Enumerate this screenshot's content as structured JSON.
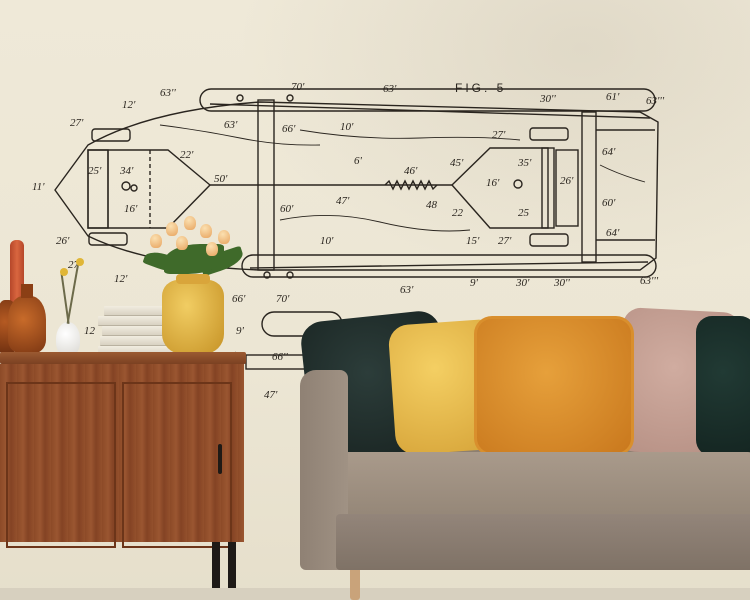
{
  "image": {
    "kind": "interior-scene",
    "palette": {
      "wall": "#efe9d8",
      "ink": "#2a251f",
      "sideboard": "#8c4a27",
      "sofa": "#9d8f80",
      "pillow_dark": "#1f2d2a",
      "pillow_yellow": "#f0c75a",
      "pillow_orange": "#d98f2d",
      "pillow_pink": "#c4a094",
      "vase_yellow": "#e8bd50"
    }
  },
  "blueprint": {
    "figure": "FIG. 5",
    "labels": [
      "63''",
      "70'",
      "63'",
      "30''",
      "61'",
      "63'''",
      "12'",
      "27'",
      "63'",
      "66'",
      "10'",
      "27'",
      "64'",
      "22'",
      "6'",
      "46'",
      "45'",
      "35'",
      "26'",
      "11'",
      "25'",
      "34'",
      "16'",
      "50'",
      "47'",
      "48",
      "16'",
      "60'",
      "22",
      "25",
      "60'",
      "26'",
      "10'",
      "15'",
      "27'",
      "64'",
      "27'",
      "12'",
      "9'",
      "30'",
      "30''",
      "63'''",
      "63'",
      "66'",
      "70'",
      "9'",
      "66''",
      "47'",
      "12"
    ]
  }
}
